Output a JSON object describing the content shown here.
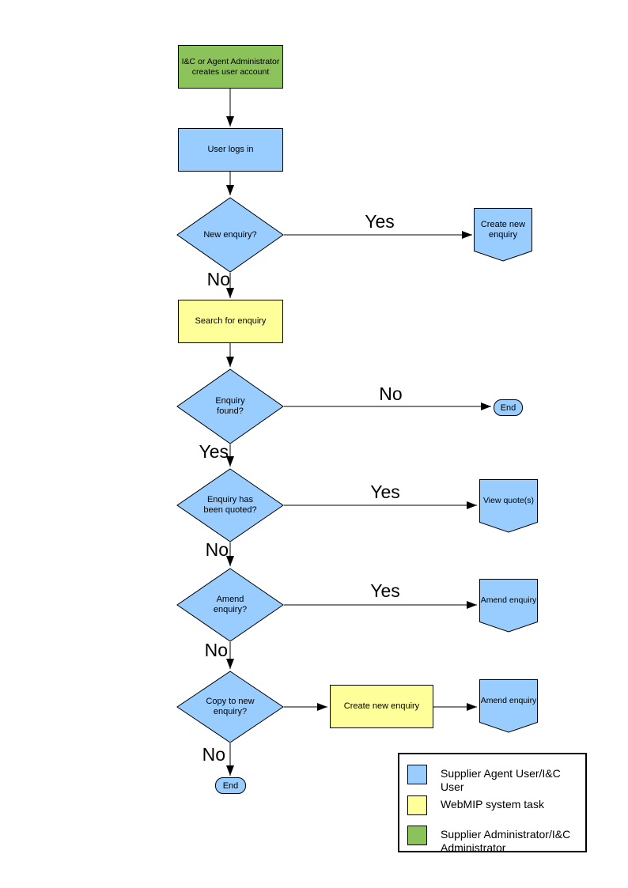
{
  "flowchart": {
    "nodes": {
      "admin_creates_account": "I&C or Agent Administrator creates user account",
      "user_logs_in": "User logs in",
      "new_enquiry_q": "New enquiry?",
      "create_new_enquiry_target": "Create new enquiry",
      "search_for_enquiry": "Search for enquiry",
      "enquiry_found_q": "Enquiry found?",
      "end_enquiry_not_found": "End",
      "enquiry_quoted_q": "Enquiry has been quoted?",
      "view_quotes_target": "View quote(s)",
      "amend_enquiry_q": "Amend enquiry?",
      "amend_enquiry_target_1": "Amend enquiry",
      "copy_to_new_enquiry_q": "Copy to new enquiry?",
      "create_new_enquiry_task": "Create new enquiry",
      "amend_enquiry_target_2": "Amend enquiry",
      "end_final": "End"
    },
    "edge_labels": {
      "new_enquiry_yes": "Yes",
      "new_enquiry_no": "No",
      "enquiry_found_no": "No",
      "enquiry_found_yes": "Yes",
      "enquiry_quoted_yes": "Yes",
      "enquiry_quoted_no": "No",
      "amend_enquiry_yes": "Yes",
      "amend_enquiry_no": "No",
      "copy_to_new_no": "No"
    }
  },
  "legend": {
    "items": [
      {
        "color": "#99CCFF",
        "label": "Supplier Agent User/I&C User"
      },
      {
        "color": "#FFFF99",
        "label": "WebMIP system task"
      },
      {
        "color": "#8CC25A",
        "label": "Supplier Administrator/I&C Administrator"
      }
    ]
  },
  "colors": {
    "user_shape": "#99CCFF",
    "system_task_shape": "#FFFF99",
    "admin_shape": "#8CC25A",
    "outline": "#000000"
  }
}
